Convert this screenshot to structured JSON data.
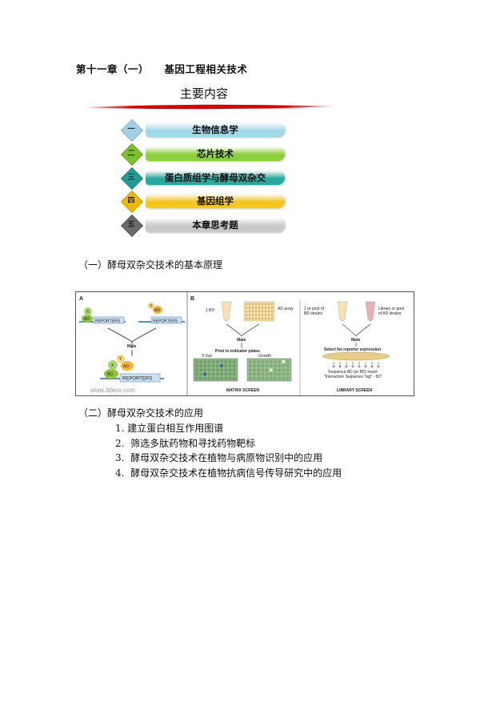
{
  "chapter_title": "第十一章（一）    基因工程相关技术",
  "toc": {
    "heading": "主要内容",
    "items": [
      {
        "num": "一",
        "label": "生物信息学",
        "color": "#9fd8e8",
        "diamond": "#9fd0e6"
      },
      {
        "num": "二",
        "label": "芯片技术",
        "color": "#8ccf3a",
        "diamond": "#7cc22e"
      },
      {
        "num": "三",
        "label": "蛋白质组学与酵母双杂交",
        "color": "#28a9a0",
        "diamond": "#1f9c94"
      },
      {
        "num": "四",
        "label": "基因组学",
        "color": "#f5c61c",
        "diamond": "#f0b800"
      },
      {
        "num": "五",
        "label": "本章思考题",
        "color": "#c9c9c9",
        "diamond": "#6a6a6a"
      }
    ]
  },
  "section1": {
    "heading": "（一）酵母双杂交技术的基本原理"
  },
  "figure": {
    "panelA": {
      "label": "A",
      "bait_x": "X",
      "bait_bd": "BD",
      "prey_y": "Y",
      "prey_ad": "AD",
      "reporters": "REPORTERS",
      "mate": "Mate",
      "watermark": "www.bbioo.com"
    },
    "panelB": {
      "label": "B",
      "bd": "1 BD",
      "ad_array": "AD array",
      "mate": "Mate",
      "print": "Print to indicator plates",
      "xgal": "X-Gal",
      "growth": "Growth",
      "caption": "MATRIX SCREEN"
    },
    "panelC": {
      "pool_bd": [
        "1 or pool of",
        "BD strains"
      ],
      "pool_ad": [
        "Library or pool",
        "of AD strains"
      ],
      "mate": "Mate",
      "select": "Select for reporter expression",
      "seq": [
        "Sequence AD (or BD) insert",
        "\"Interaction Sequence Tag\" - IST"
      ],
      "caption": "LIBRARY SCREEN"
    }
  },
  "section2": {
    "heading": "（二）酵母双杂交技术的应用",
    "items": [
      "1. 建立蛋白相互作用图谱",
      "2.  筛选多肽药物和寻找药物靶标",
      "3.  酵母双杂交技术在植物与病原物识别中的应用",
      "4.  酵母双杂交技术在植物抗病信号传导研究中的应用"
    ]
  }
}
